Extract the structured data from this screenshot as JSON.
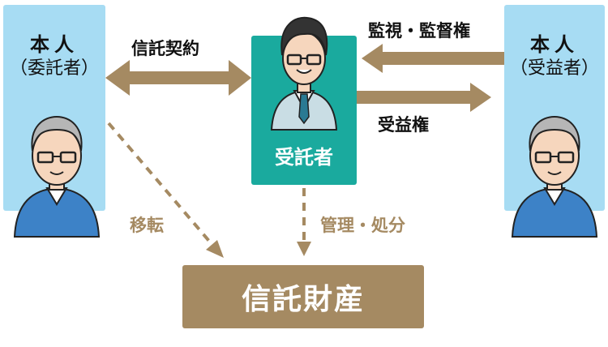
{
  "settlor": {
    "line1": "本人",
    "line2": "（委託者）"
  },
  "beneficiary": {
    "line1": "本人",
    "line2": "（受益者）"
  },
  "trustee": {
    "label": "受託者"
  },
  "edges": {
    "trust_contract": "信託契約",
    "supervision": "監視・監督権",
    "beneficial_right": "受益権",
    "transfer": "移転",
    "management": "管理・処分"
  },
  "asset": {
    "label": "信託財産"
  },
  "colors": {
    "panel": "#a7dcf3",
    "trustee": "#1aaa9e",
    "arrow": "#a58a62",
    "asset": "#a58a62"
  }
}
